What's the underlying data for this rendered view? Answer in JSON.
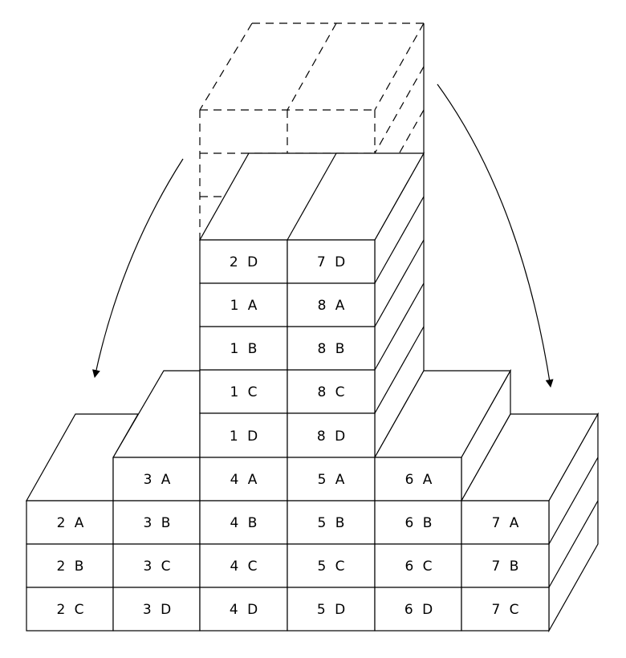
{
  "cells": {
    "c2A": "2 A",
    "c2B": "2 B",
    "c2C": "2 C",
    "c2D": "2 D",
    "c3A": "3 A",
    "c3B": "3 B",
    "c3C": "3 C",
    "c3D": "3 D",
    "c4A": "4 A",
    "c4B": "4 B",
    "c4C": "4 C",
    "c4D": "4 D",
    "c5A": "5 A",
    "c5B": "5 B",
    "c5C": "5 C",
    "c5D": "5 D",
    "c6A": "6 A",
    "c6B": "6 B",
    "c6C": "6 C",
    "c6D": "6 D",
    "c7A": "7 A",
    "c7B": "7 B",
    "c7C": "7 C",
    "c7D": "7 D",
    "c1A": "1 A",
    "c1B": "1 B",
    "c1C": "1 C",
    "c1D": "1 D",
    "c8A": "8 A",
    "c8B": "8 B",
    "c8C": "8 C",
    "c8D": "8 D"
  }
}
